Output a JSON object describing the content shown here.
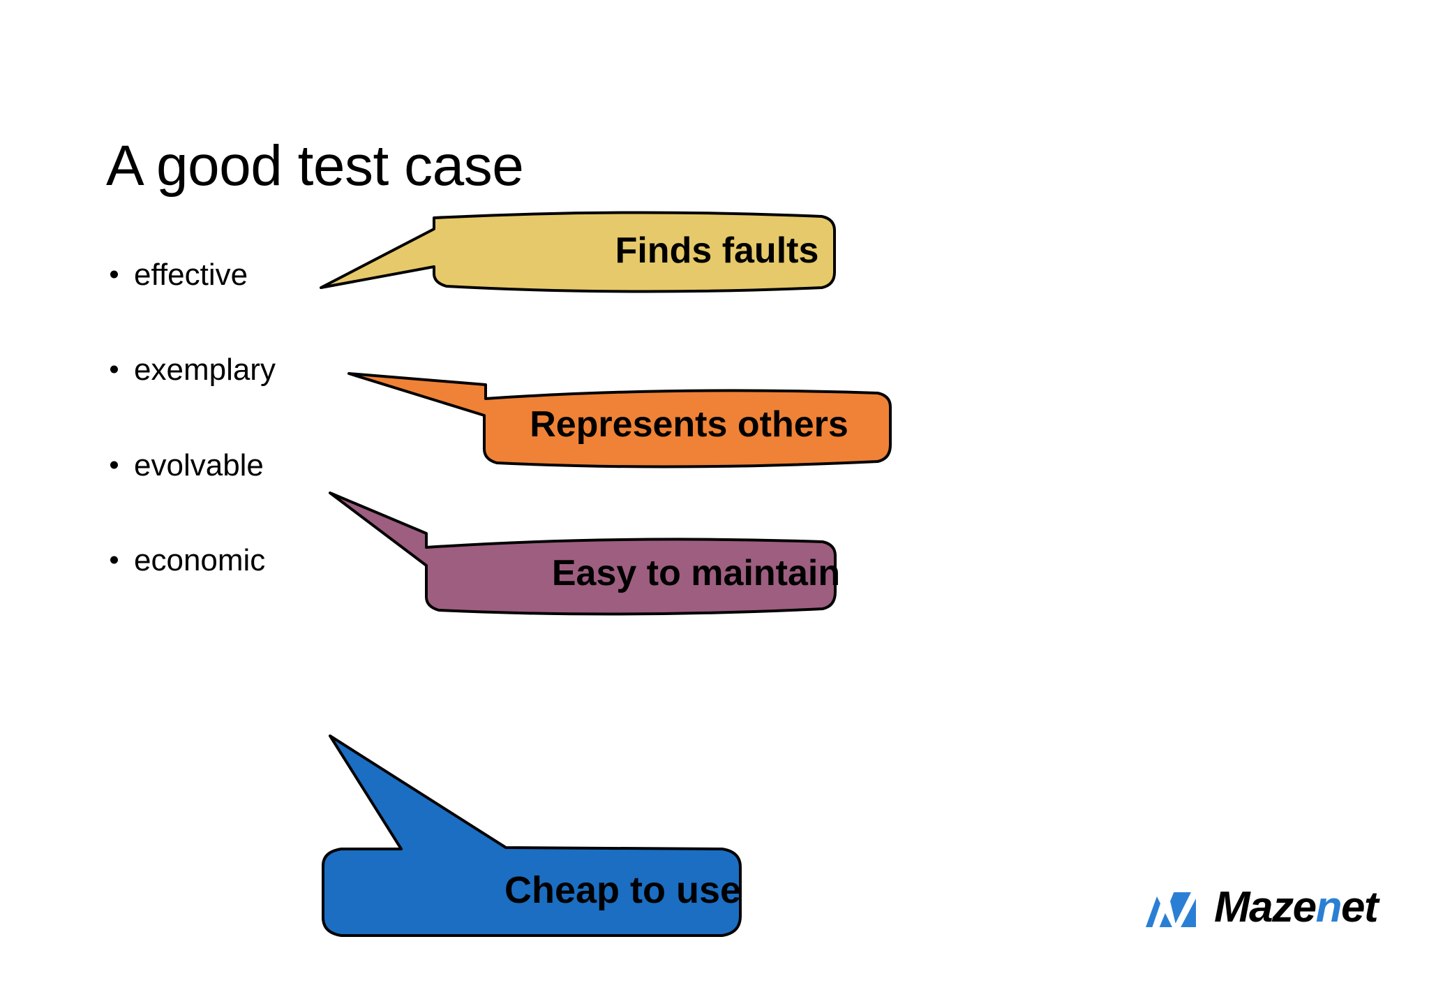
{
  "slide": {
    "title": "A good test case",
    "background_color": "#ffffff"
  },
  "bullets": {
    "items": [
      {
        "label": "effective"
      },
      {
        "label": "exemplary"
      },
      {
        "label": "evolvable"
      },
      {
        "label": "economic"
      }
    ]
  },
  "callouts": [
    {
      "id": "finds-faults",
      "label": "Finds faults",
      "fill": "#e6c96a",
      "stroke": "#000000",
      "tail_direction": "left-down"
    },
    {
      "id": "represents-others",
      "label": "Represents others",
      "fill": "#ef8236",
      "stroke": "#000000",
      "tail_direction": "left-up"
    },
    {
      "id": "easy-maintain",
      "label": "Easy to maintain",
      "fill": "#9d5e80",
      "stroke": "#000000",
      "tail_direction": "left-up"
    },
    {
      "id": "cheap-use",
      "label": "Cheap to use",
      "fill": "#1b6ec2",
      "stroke": "#000000",
      "tail_direction": "left-up-large"
    }
  ],
  "logo": {
    "name": "Mazenet",
    "word_part_1": "Maze",
    "word_part_accent": "n",
    "word_part_2": "et",
    "mark_color": "#2a7fd4",
    "text_color": "#000000"
  }
}
